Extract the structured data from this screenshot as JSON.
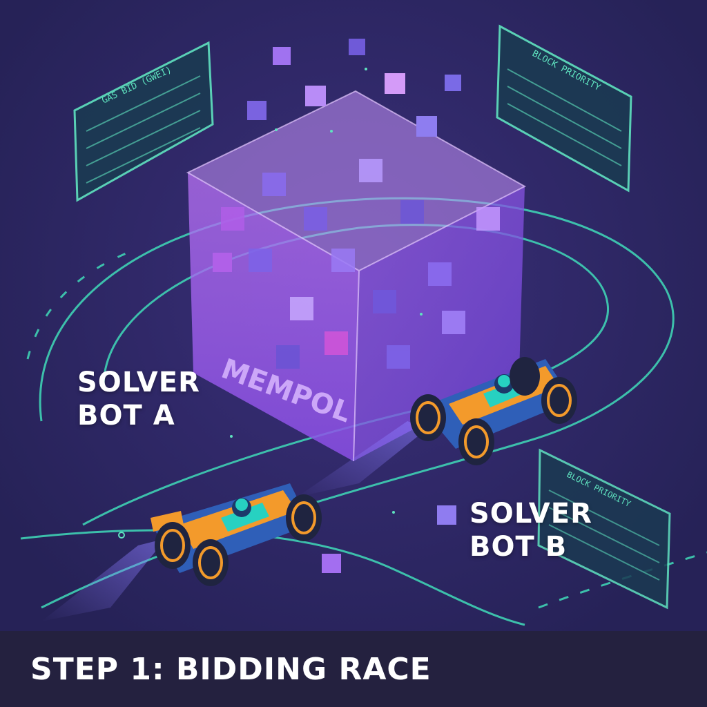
{
  "scene": {
    "mempool_label": "MEMPOL",
    "bot_a_line1": "SOLVER",
    "bot_a_line2": "BOT A",
    "bot_b_line1": "SOLVER",
    "bot_b_line2": "BOT B",
    "footer_caption": "STEP 1: BIDDING RACE"
  },
  "panels": {
    "left_title": "GAS BID (GWEI)",
    "right_title": "BLOCK PRIORITY",
    "bottom_right_title": "BLOCK PRIORITY"
  },
  "colors": {
    "background": "#2a2560",
    "track": "#3fd1b4",
    "cube_face": "#a35bf0",
    "panel_text": "#5fe3bf",
    "car_body": "#2f5fb8",
    "car_accent": "#f39a2b",
    "footer": "#24213f"
  }
}
